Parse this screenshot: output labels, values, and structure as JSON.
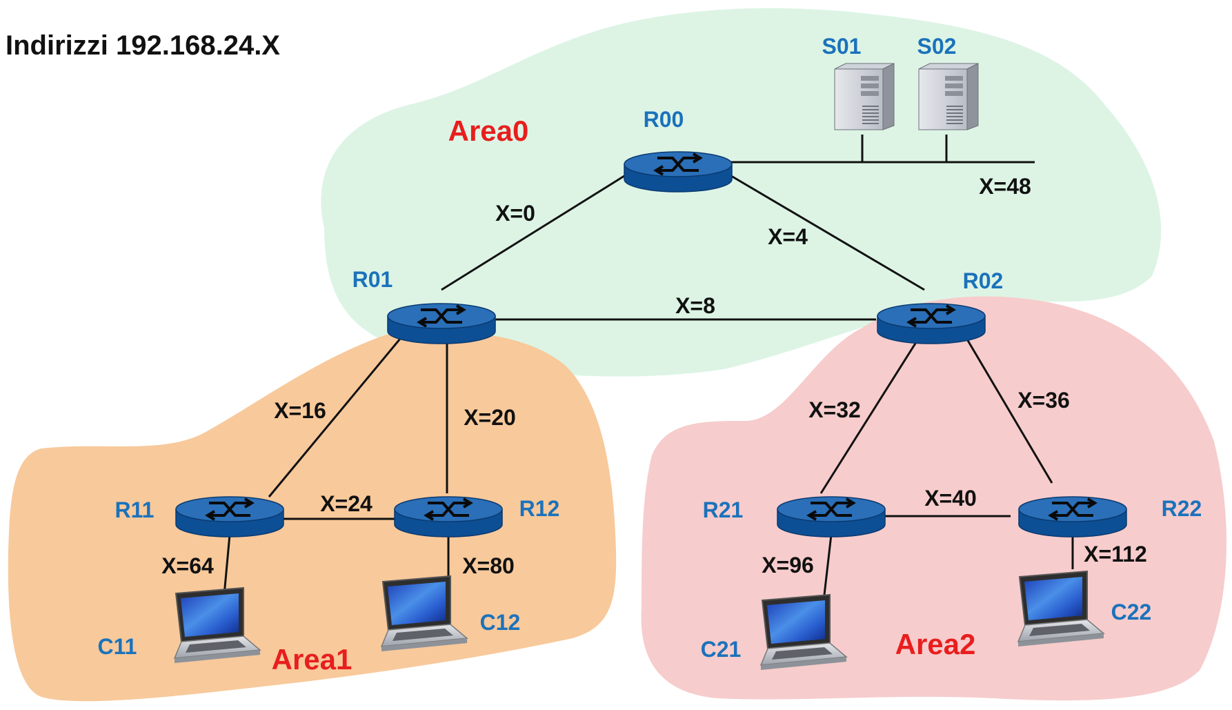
{
  "title": "Indirizzi 192.168.24.X",
  "colors": {
    "area0": "#ddf4e5",
    "area1": "#f8c99b",
    "area2": "#f7cccc",
    "node_label": "#1b72bb",
    "area_label": "#e81e1e",
    "router_top": "#2a6fb8",
    "router_side": "#0d4f95"
  },
  "areas": [
    {
      "id": "area0",
      "label": "Area0"
    },
    {
      "id": "area1",
      "label": "Area1"
    },
    {
      "id": "area2",
      "label": "Area2"
    }
  ],
  "routers": [
    {
      "id": "R00",
      "label": "R00",
      "icon": "router-icon"
    },
    {
      "id": "R01",
      "label": "R01",
      "icon": "router-icon"
    },
    {
      "id": "R02",
      "label": "R02",
      "icon": "router-icon"
    },
    {
      "id": "R11",
      "label": "R11",
      "icon": "router-icon"
    },
    {
      "id": "R12",
      "label": "R12",
      "icon": "router-icon"
    },
    {
      "id": "R21",
      "label": "R21",
      "icon": "router-icon"
    },
    {
      "id": "R22",
      "label": "R22",
      "icon": "router-icon"
    }
  ],
  "servers": [
    {
      "id": "S01",
      "label": "S01",
      "icon": "server-tower-icon"
    },
    {
      "id": "S02",
      "label": "S02",
      "icon": "server-tower-icon"
    }
  ],
  "clients": [
    {
      "id": "C11",
      "label": "C11",
      "icon": "laptop-icon"
    },
    {
      "id": "C12",
      "label": "C12",
      "icon": "laptop-icon"
    },
    {
      "id": "C21",
      "label": "C21",
      "icon": "laptop-icon"
    },
    {
      "id": "C22",
      "label": "C22",
      "icon": "laptop-icon"
    }
  ],
  "links": [
    {
      "id": "R00-R01",
      "label": "X=0"
    },
    {
      "id": "R00-R02",
      "label": "X=4"
    },
    {
      "id": "R01-R02",
      "label": "X=8"
    },
    {
      "id": "R01-R11",
      "label": "X=16"
    },
    {
      "id": "R01-R12",
      "label": "X=20"
    },
    {
      "id": "R11-R12",
      "label": "X=24"
    },
    {
      "id": "R02-R21",
      "label": "X=32"
    },
    {
      "id": "R02-R22",
      "label": "X=36"
    },
    {
      "id": "R21-R22",
      "label": "X=40"
    },
    {
      "id": "R00-LAN",
      "label": "X=48"
    },
    {
      "id": "R11-C11",
      "label": "X=64"
    },
    {
      "id": "R12-C12",
      "label": "X=80"
    },
    {
      "id": "R21-C21",
      "label": "X=96"
    },
    {
      "id": "R22-C22",
      "label": "X=112"
    }
  ]
}
